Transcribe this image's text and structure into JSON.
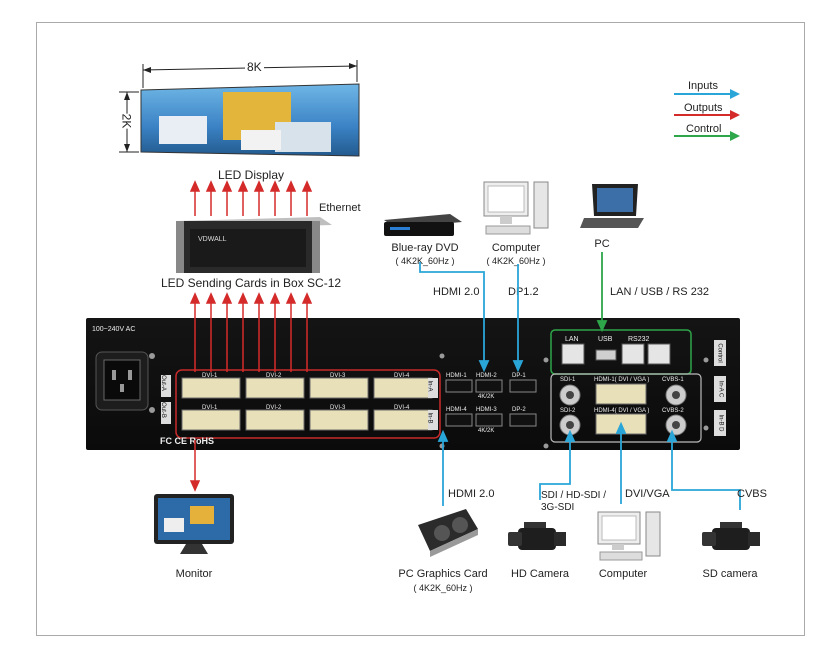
{
  "legend": {
    "inputs": "Inputs",
    "outputs": "Outputs",
    "control": "Control",
    "colors": {
      "inputs": "#2aa5d8",
      "outputs": "#d42a2a",
      "control": "#2ea64a"
    }
  },
  "led_display": {
    "width_label": "8K",
    "height_label": "2K",
    "caption": "LED Display"
  },
  "sending_box": {
    "caption": "LED Sending Cards in Box SC-12",
    "ethernet": "Ethernet",
    "brand": "VDWALL"
  },
  "sources": {
    "bluray": {
      "name": "Blue-ray DVD",
      "spec": "( 4K2K_60Hz )",
      "link": "HDMI 2.0"
    },
    "computer_top": {
      "name": "Computer",
      "spec": "( 4K2K_60Hz )",
      "link": "DP1.2"
    },
    "pc": {
      "name": "PC",
      "link": "LAN / USB / RS 232"
    }
  },
  "chassis": {
    "power": "100~240V  AC",
    "cert": "FC CE RoHS",
    "tag_out_a": "Out-A",
    "tag_out_b": "Out-B",
    "tag_in_a": "In-A",
    "tag_in_b": "In-B",
    "tag_in_ac": "In-A C",
    "tag_in_bd": "In-B D",
    "tag_control": "Control",
    "dvi_row1": [
      "DVI-1",
      "DVI-2",
      "DVI-3",
      "DVI-4"
    ],
    "dvi_row2": [
      "DVI-1",
      "DVI-2",
      "DVI-3",
      "DVI-4"
    ],
    "hdmi_row1": [
      "HDMI-1",
      "HDMI-2",
      "DP-1"
    ],
    "hdmi_row2": [
      "HDMI-4",
      "HDMI-3",
      "DP-2"
    ],
    "k4_label": "4K/2K",
    "lan": "LAN",
    "usb": "USB",
    "rs232": "RS232",
    "sdi1": "SDI-1",
    "sdi2": "SDI-2",
    "hdmi_dvi_vga_1": "HDMI-1( DVI / VGA )",
    "hdmi_dvi_vga_2": "HDMI-4( DVI / VGA )",
    "cvbs1": "CVBS-1",
    "cvbs2": "CVBS-2"
  },
  "bottom": {
    "monitor": "Monitor",
    "pc_graphics_link": "HDMI 2.0",
    "pc_graphics": "PC Graphics Card",
    "pc_graphics_spec": "( 4K2K_60Hz )",
    "sdi_link": "SDI / HD-SDI /",
    "sdi_link2": "3G-SDI",
    "hd_camera": "HD Camera",
    "dvi_vga_link": "DVI/VGA",
    "computer": "Computer",
    "cvbs_link": "CVBS",
    "sd_camera": "SD camera"
  }
}
